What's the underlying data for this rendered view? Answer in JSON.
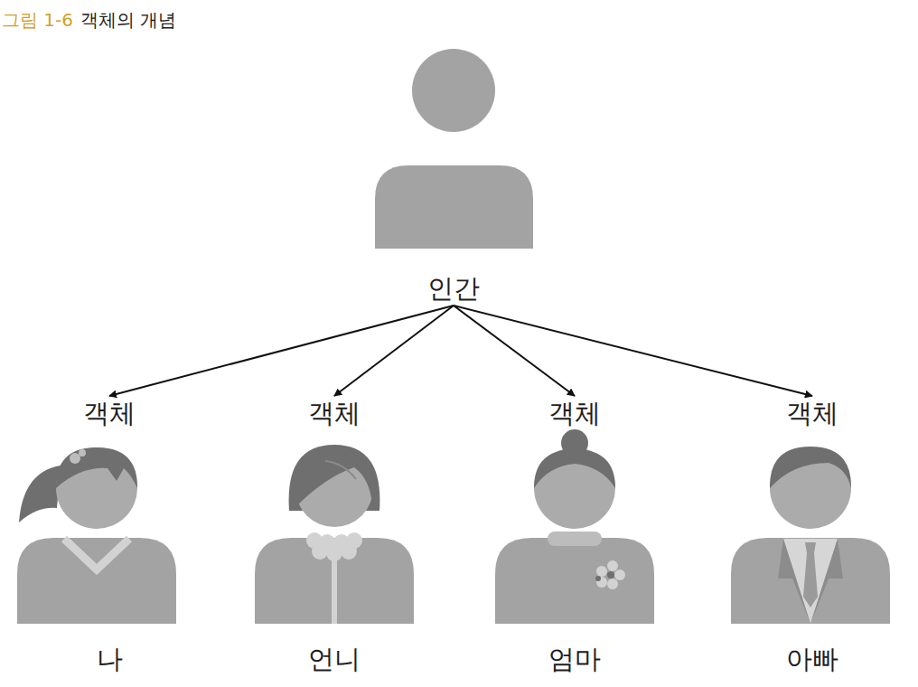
{
  "diagram": {
    "title": "객체의 개념",
    "nodes": [
      {
        "text": [
          "인간"
        ]
      },
      {
        "text": [
          "객체",
          "나"
        ]
      },
      {
        "text": [
          "객체",
          "언니"
        ]
      },
      {
        "text": [
          "객체",
          "엄마"
        ]
      },
      {
        "text": [
          "객체",
          "아빠"
        ]
      }
    ],
    "edges": [
      {
        "from": 0,
        "to": 1,
        "arrow": "to"
      },
      {
        "from": 0,
        "to": 2,
        "arrow": "to"
      },
      {
        "from": 0,
        "to": 3,
        "arrow": "to"
      },
      {
        "from": 0,
        "to": 4,
        "arrow": "to"
      }
    ],
    "labels": [
      "그림 1-6"
    ]
  }
}
